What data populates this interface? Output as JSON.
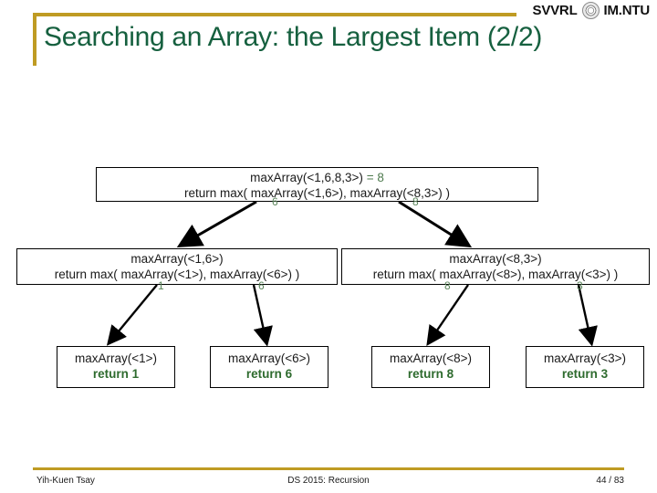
{
  "header": {
    "org_left": "SVVRL",
    "org_right": "IM.NTU",
    "logo_icon": "ntu-seal-icon",
    "accent_color": "#bf9b23"
  },
  "title": {
    "text": "Searching an Array: the Largest Item (2/2)",
    "color": "#16603f"
  },
  "tree": {
    "type": "recursion-call-tree",
    "root": {
      "call": "maxArray(<1,6,8,3>)",
      "result_eq": "= 8",
      "body": "return max(  maxArray(<1,6>), maxArray(<8,3>)  )",
      "child_returns": [
        "6",
        "8"
      ]
    },
    "level2": [
      {
        "call": "maxArray(<1,6>)",
        "body": "return max( maxArray(<1>), maxArray(<6>) )",
        "child_returns": [
          "1",
          "6"
        ]
      },
      {
        "call": "maxArray(<8,3>)",
        "body": "return max( maxArray(<8>), maxArray(<3>) )",
        "child_returns": [
          "8",
          "3"
        ]
      }
    ],
    "leaves": [
      {
        "call": "maxArray(<1>)",
        "ret": "return 1"
      },
      {
        "call": "maxArray(<6>)",
        "ret": "return 6"
      },
      {
        "call": "maxArray(<8>)",
        "ret": "return 8"
      },
      {
        "call": "maxArray(<3>)",
        "ret": "return 3"
      }
    ],
    "colors": {
      "box_border": "#000000",
      "annotation": "#5b855b",
      "leaf_return": "#2e6b2e",
      "arrow": "#000000"
    }
  },
  "footer": {
    "author": "Yih-Kuen Tsay",
    "course": "DS 2015: Recursion",
    "page": "44 / 83"
  }
}
